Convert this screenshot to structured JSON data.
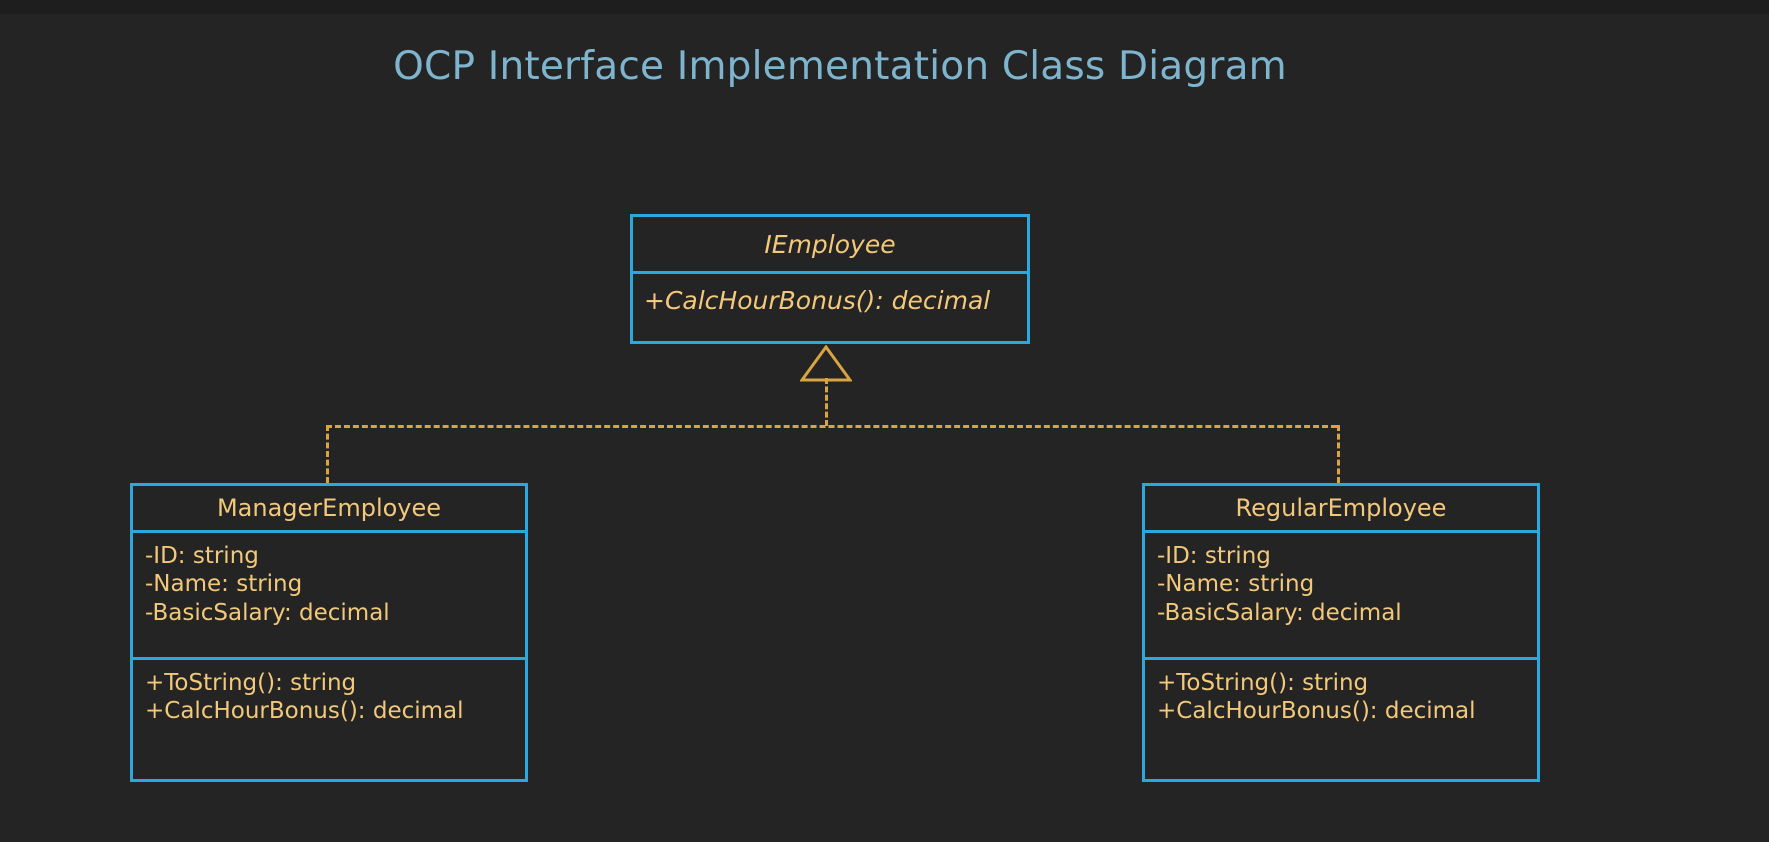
{
  "diagram": {
    "title": "OCP Interface Implementation Class Diagram",
    "type": "uml-class-diagram",
    "colors": {
      "background": "#242424",
      "title_text": "#7EB4CD",
      "box_border": "#2BA8DE",
      "member_text": "#F2C87A",
      "connector": "#D9A441"
    },
    "classes": [
      {
        "id": "iemployee",
        "name": "IEmployee",
        "stereotype": "interface",
        "abstract": true,
        "attributes": [],
        "methods": [
          "+CalcHourBonus(): decimal"
        ]
      },
      {
        "id": "manageremployee",
        "name": "ManagerEmployee",
        "stereotype": "class",
        "abstract": false,
        "attributes": [
          "-ID: string",
          "-Name: string",
          "-BasicSalary: decimal"
        ],
        "methods": [
          "+ToString(): string",
          "+CalcHourBonus(): decimal"
        ]
      },
      {
        "id": "regularemployee",
        "name": "RegularEmployee",
        "stereotype": "class",
        "abstract": false,
        "attributes": [
          "-ID: string",
          "-Name: string",
          "-BasicSalary: decimal"
        ],
        "methods": [
          "+ToString(): string",
          "+CalcHourBonus(): decimal"
        ]
      }
    ],
    "relationships": [
      {
        "kind": "realization",
        "from": "manageremployee",
        "to": "iemployee",
        "line_style": "dashed",
        "arrowhead": "hollow-triangle"
      },
      {
        "kind": "realization",
        "from": "regularemployee",
        "to": "iemployee",
        "line_style": "dashed",
        "arrowhead": "hollow-triangle"
      }
    ]
  }
}
